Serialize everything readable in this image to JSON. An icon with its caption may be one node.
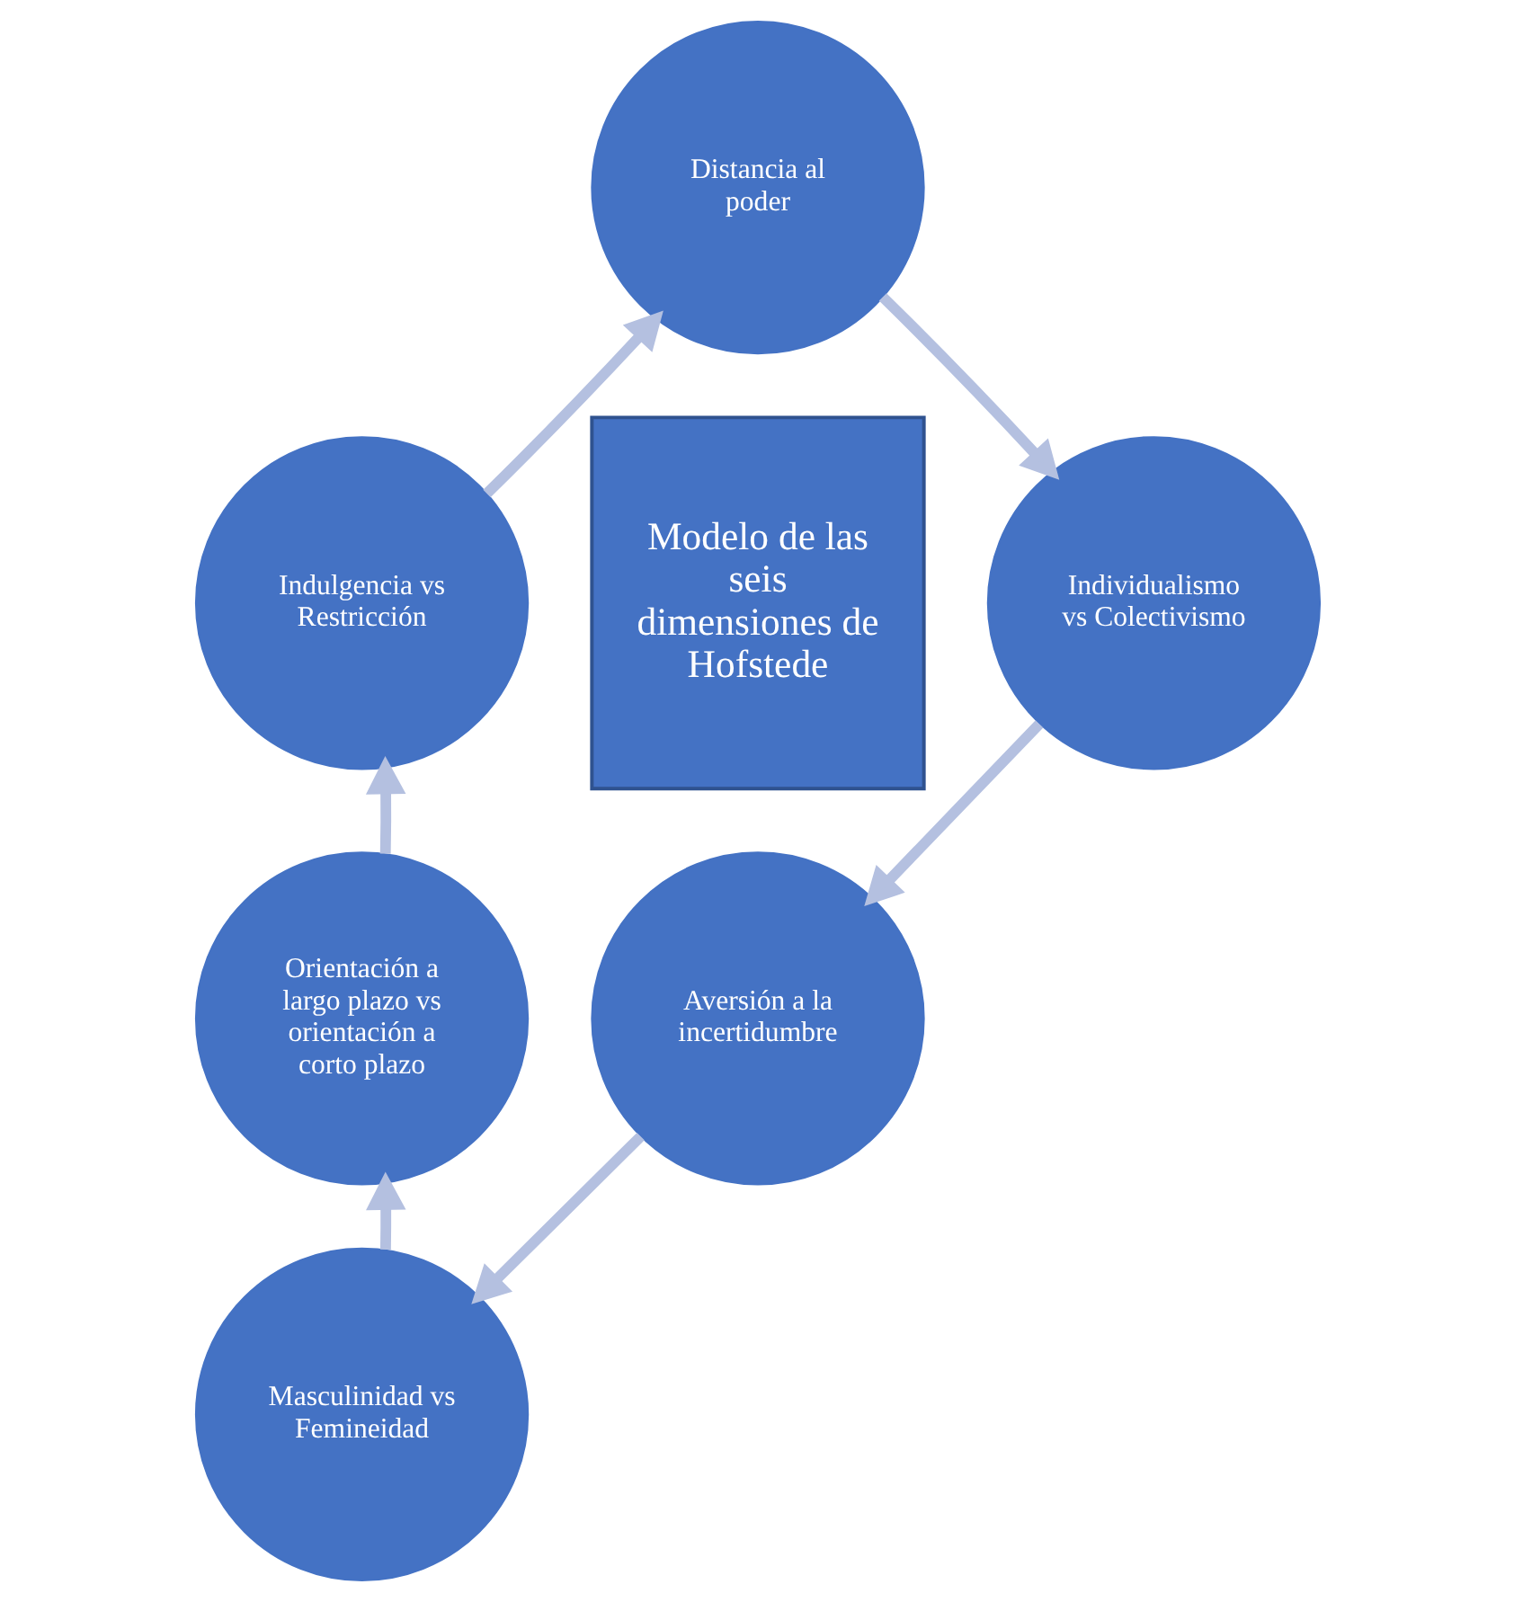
{
  "diagram": {
    "nodes": [
      {
        "text": [
          "Modelo de las seis dimensiones de Hofstede"
        ]
      },
      {
        "text": [
          "Distancia al poder"
        ]
      },
      {
        "text": [
          "Individualismo vs Colectivismo"
        ]
      },
      {
        "text": [
          "Aversión a la incertidumbre"
        ]
      },
      {
        "text": [
          "Masculinidad vs Femineidad"
        ]
      },
      {
        "text": [
          "Orientación a largo plazo vs orientación a corto plazo"
        ]
      },
      {
        "text": [
          "Indulgencia vs Restricción"
        ]
      }
    ],
    "edges": [
      {
        "from": 1,
        "to": 2,
        "arrow": "to"
      },
      {
        "from": 2,
        "to": 3,
        "arrow": "to"
      },
      {
        "from": 3,
        "to": 4,
        "arrow": "to"
      },
      {
        "from": 4,
        "to": 5,
        "arrow": "to"
      },
      {
        "from": 5,
        "to": 6,
        "arrow": "to"
      },
      {
        "from": 6,
        "to": 1,
        "arrow": "to"
      }
    ]
  }
}
